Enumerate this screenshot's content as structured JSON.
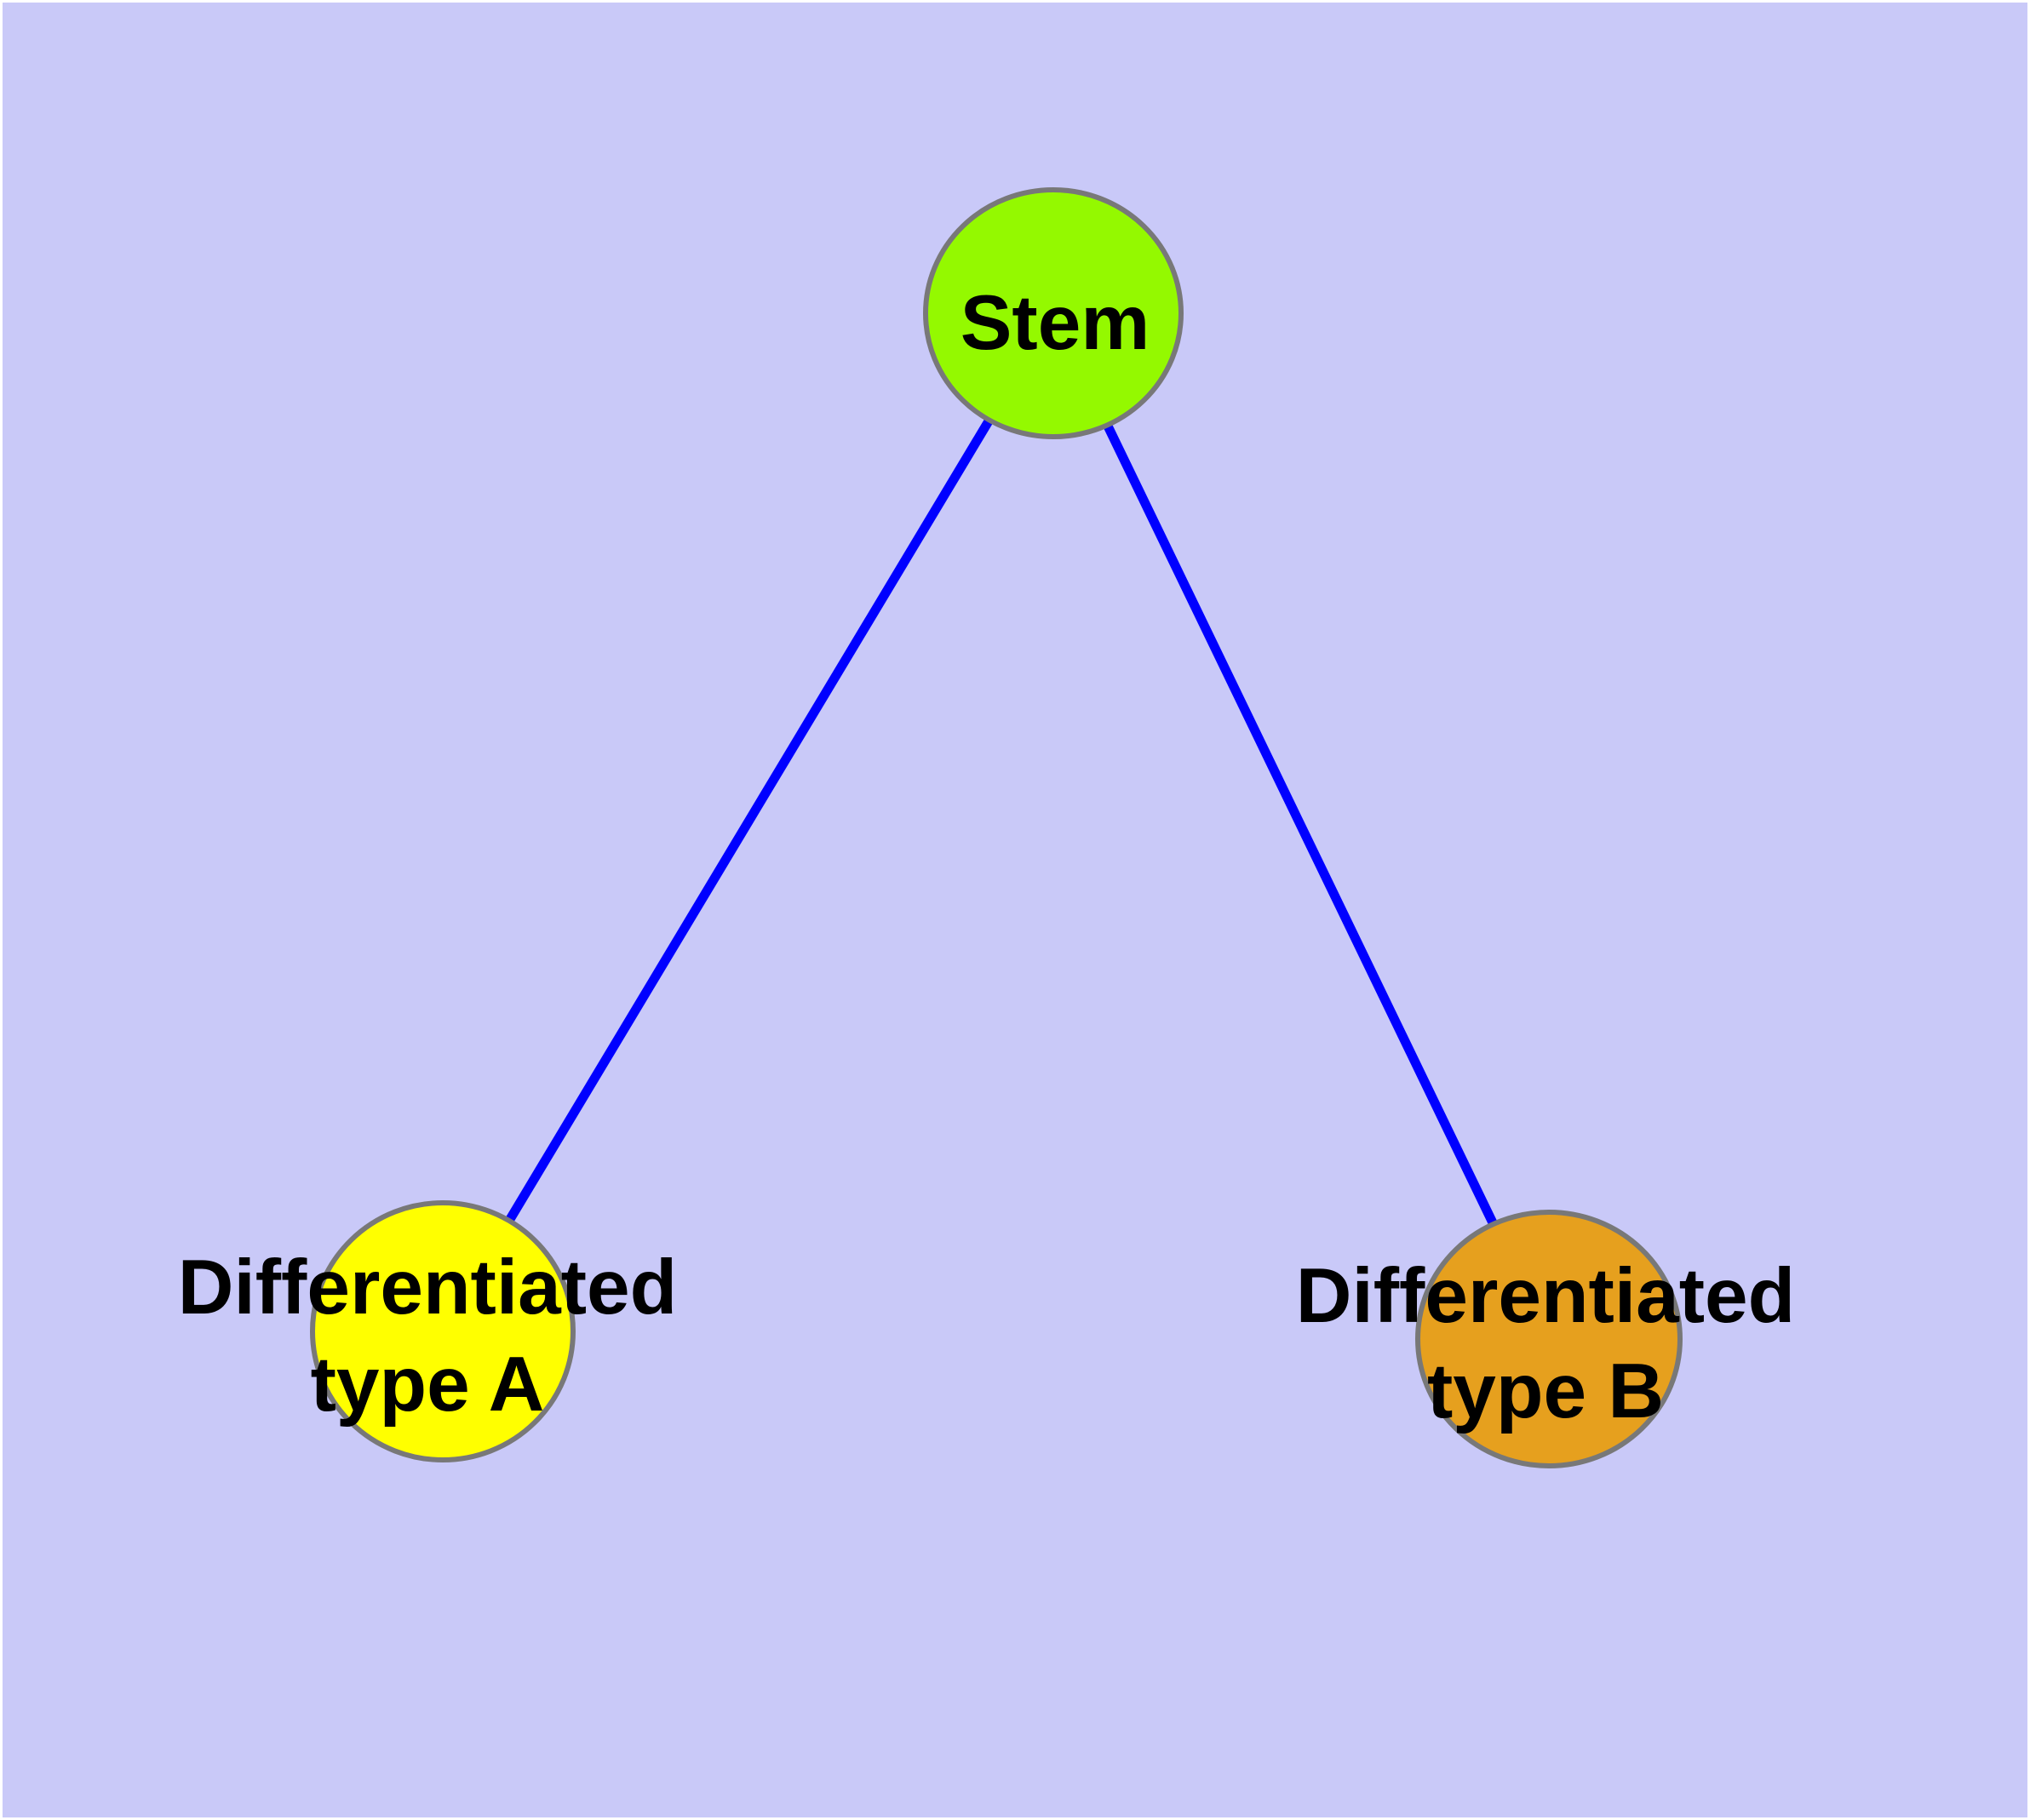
{
  "diagram": {
    "type": "node-link-graph",
    "background_color": "#c9c9f8",
    "frame_color": "#ffffff",
    "edge_color": "#0000ff",
    "node_border_color": "#787878",
    "label_color": "#000000",
    "nodes": [
      {
        "id": "stem",
        "label": "Stem",
        "fill": "#94f900"
      },
      {
        "id": "differentiated-type-a",
        "label_line1": "Differentiated",
        "label_line2": "type A",
        "fill": "#ffff00"
      },
      {
        "id": "differentiated-type-b",
        "label_line1": "Differentiated",
        "label_line2": "type B",
        "fill": "#e6a01e"
      }
    ],
    "edges": [
      {
        "from": "stem",
        "to": "differentiated-type-a"
      },
      {
        "from": "stem",
        "to": "differentiated-type-b"
      }
    ]
  }
}
